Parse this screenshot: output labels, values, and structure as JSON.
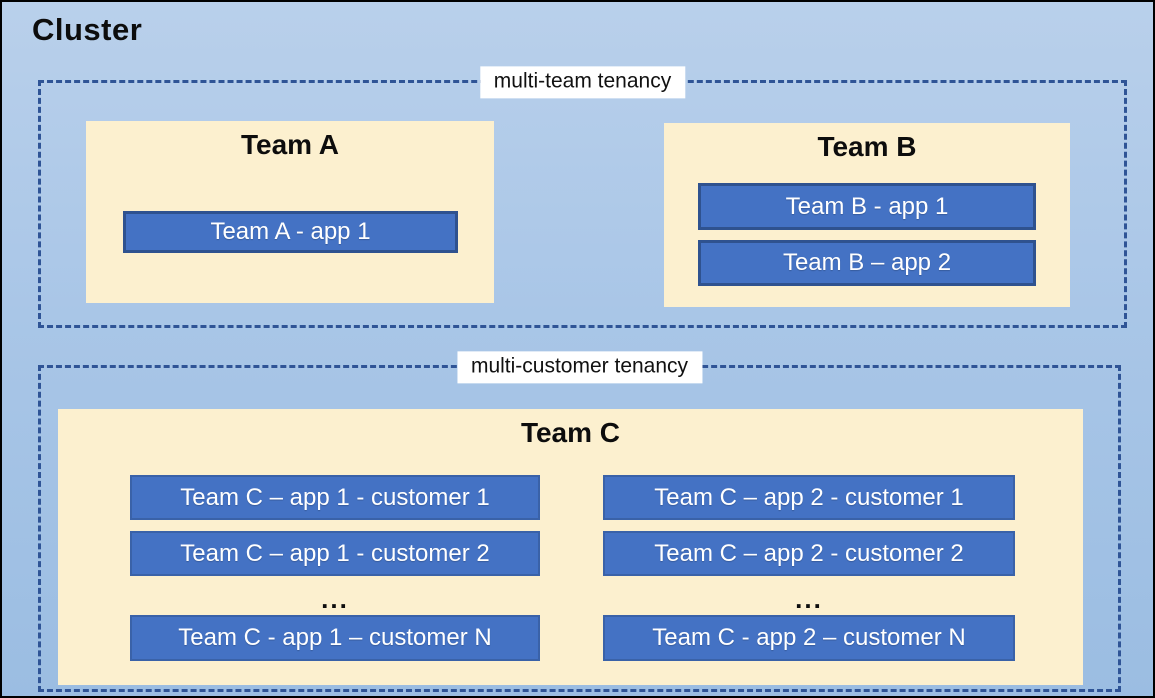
{
  "cluster": {
    "title": "Cluster"
  },
  "multi_team": {
    "label": "multi-team tenancy",
    "team_a": {
      "title": "Team A",
      "apps": [
        "Team A - app 1"
      ]
    },
    "team_b": {
      "title": "Team B",
      "apps": [
        "Team B - app 1",
        "Team B – app 2"
      ]
    }
  },
  "multi_customer": {
    "label": "multi-customer tenancy",
    "team_c": {
      "title": "Team C",
      "columns": [
        {
          "apps": [
            "Team C – app 1 - customer 1",
            "Team C – app 1 - customer 2"
          ],
          "ellipsis": "...",
          "last_app": "Team C - app 1 – customer N"
        },
        {
          "apps": [
            "Team C – app 2 - customer 1",
            "Team C – app 2 - customer 2"
          ],
          "ellipsis": "...",
          "last_app": "Team C - app 2 – customer N"
        }
      ]
    }
  },
  "colors": {
    "canvas_background_top": "#B9D0EB",
    "canvas_background_bottom": "#9BBDE2",
    "outer_border": "#000000",
    "dashed_border": "#2F5496",
    "team_box_fill": "#FCF0CF",
    "app_fill": "#4472C4",
    "app_border": "#2F528F",
    "app_text": "#FFFFFF",
    "title_text": "#0D0D0D",
    "zone_label_background": "#FFFFFF"
  }
}
